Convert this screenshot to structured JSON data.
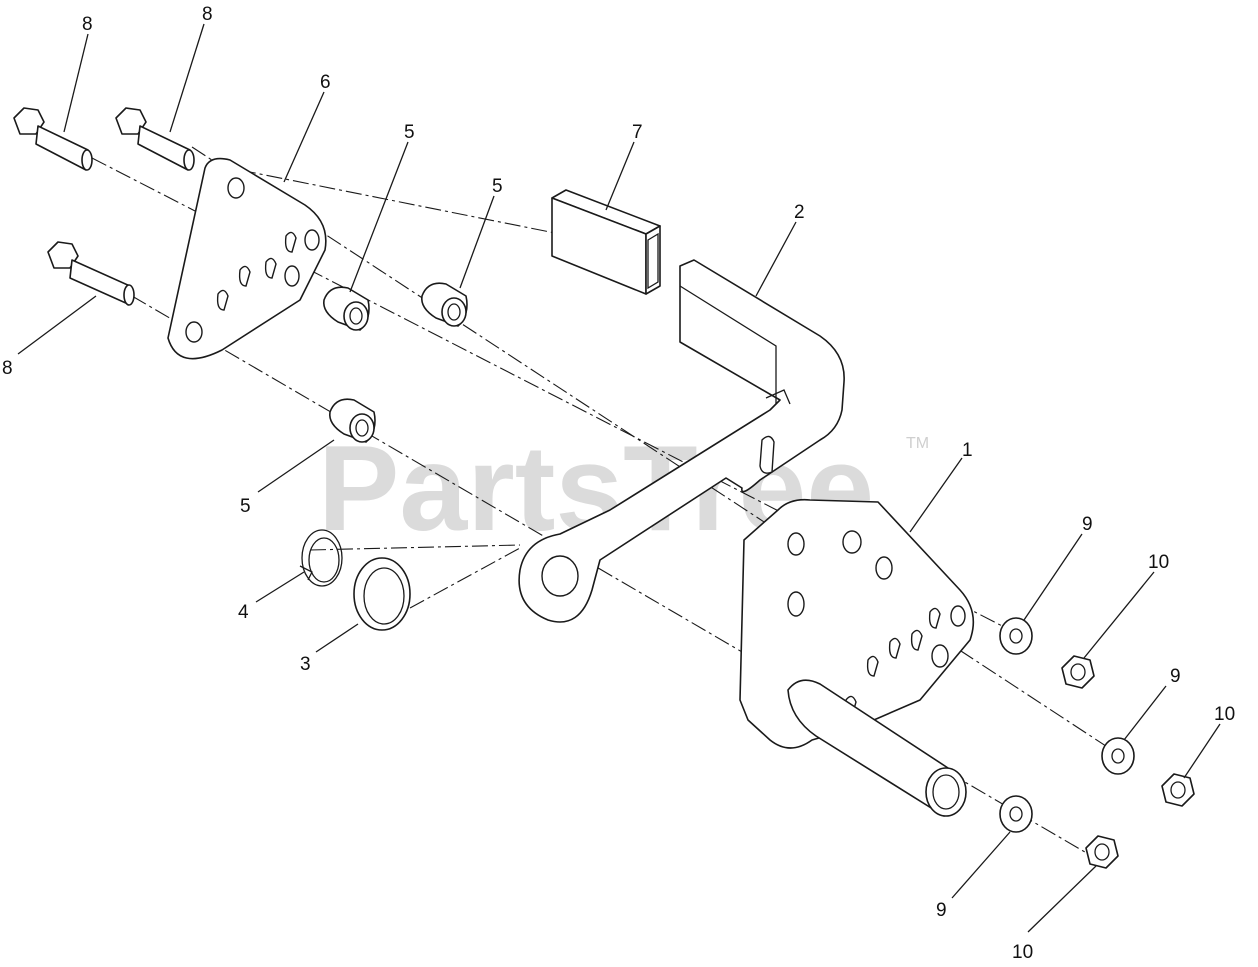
{
  "watermark": {
    "brand": "PartsTree",
    "mark": "TM",
    "color": "#cfcfcf"
  },
  "callouts": [
    {
      "label": "8"
    },
    {
      "label": "8"
    },
    {
      "label": "6"
    },
    {
      "label": "5"
    },
    {
      "label": "5"
    },
    {
      "label": "7"
    },
    {
      "label": "2"
    },
    {
      "label": "8"
    },
    {
      "label": "5"
    },
    {
      "label": "1"
    },
    {
      "label": "9"
    },
    {
      "label": "10"
    },
    {
      "label": "4"
    },
    {
      "label": "3"
    },
    {
      "label": "9"
    },
    {
      "label": "10"
    },
    {
      "label": "9"
    },
    {
      "label": "10"
    }
  ]
}
